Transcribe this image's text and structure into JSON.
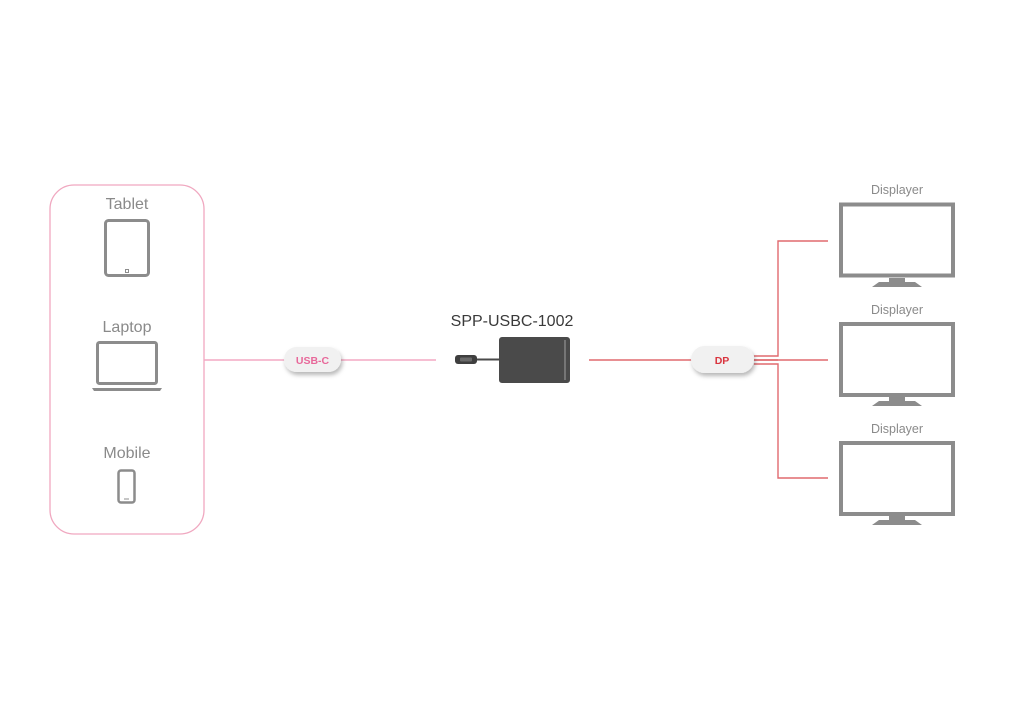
{
  "source_devices": [
    {
      "label": "Tablet",
      "icon": "tablet-icon"
    },
    {
      "label": "Laptop",
      "icon": "laptop-icon"
    },
    {
      "label": "Mobile",
      "icon": "mobile-icon"
    }
  ],
  "input_connector": {
    "label": "USB-C",
    "color": "#e8689a"
  },
  "adapter": {
    "label": "SPP-USBC-1002",
    "icon": "usb-c-adapter-icon",
    "color": "#444444"
  },
  "output_connector": {
    "label": "DP",
    "color": "#d9343e"
  },
  "displays": [
    {
      "label": "Displayer",
      "icon": "monitor-icon"
    },
    {
      "label": "Displayer",
      "icon": "monitor-icon"
    },
    {
      "label": "Displayer",
      "icon": "monitor-icon"
    }
  ],
  "colors": {
    "source_border": "#f0a8c0",
    "usb_line": "#f4a9c4",
    "dp_line": "#e06a6f",
    "device_gray": "#8c8c8c"
  }
}
